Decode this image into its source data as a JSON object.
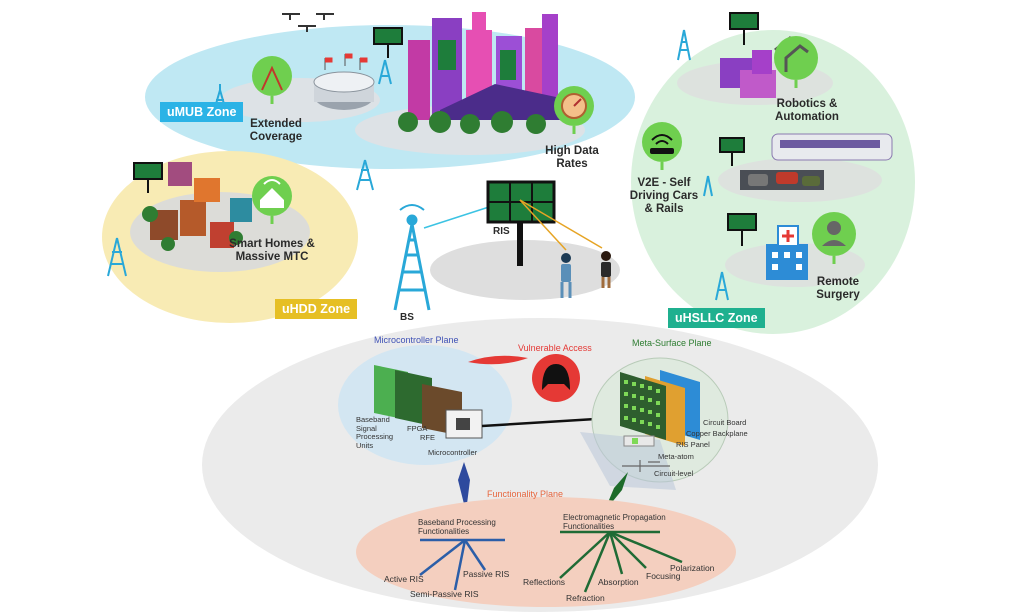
{
  "zones": {
    "umub": {
      "label": "uMUB Zone",
      "color": "#2bb3e6"
    },
    "uhdd": {
      "label": "uHDD Zone",
      "color": "#e6bf24"
    },
    "uhsllc": {
      "label": "uHSLLC Zone",
      "color": "#1fb08f"
    }
  },
  "services": {
    "extended_coverage": "Extended Coverage",
    "high_data_rates": "High Data Rates",
    "smart_homes": "Smart Homes & Massive MTC",
    "robotics": "Robotics & Automation",
    "v2e": "V2E - Self Driving Cars & Rails",
    "remote_surgery": "Remote Surgery"
  },
  "network": {
    "bs": "BS",
    "ris": "RIS"
  },
  "planes": {
    "microcontroller": {
      "title": "Microcontroller Plane",
      "color": "#3f51b5"
    },
    "meta_surface": {
      "title": "Meta-Surface Plane",
      "color": "#2e7d32"
    },
    "functionality": {
      "title": "Functionality Plane",
      "color": "#e8663d"
    },
    "vulnerable": {
      "title": "Vulnerable Access",
      "color": "#e53935"
    }
  },
  "micro_parts": {
    "baseband": "Baseband Signal Processing Units",
    "fpga": "FPGA",
    "rfe": "RFE",
    "microcontroller": "Microcontroller"
  },
  "meta_parts": {
    "circuit_board": "Circuit Board",
    "copper_backplane": "Copper Backplane",
    "ris_panel": "RIS Panel",
    "meta_atom": "Meta-atom",
    "circuit_level": "Circuit-level"
  },
  "baseband_func": {
    "title": "Baseband Processing Functionalities",
    "items": [
      "Active RIS",
      "Semi-Passive RIS",
      "Passive RIS"
    ]
  },
  "em_func": {
    "title": "Electromagnetic Propagation Functionalities",
    "items": [
      "Reflections",
      "Refraction",
      "Absorption",
      "Focusing",
      "Polarization"
    ]
  }
}
